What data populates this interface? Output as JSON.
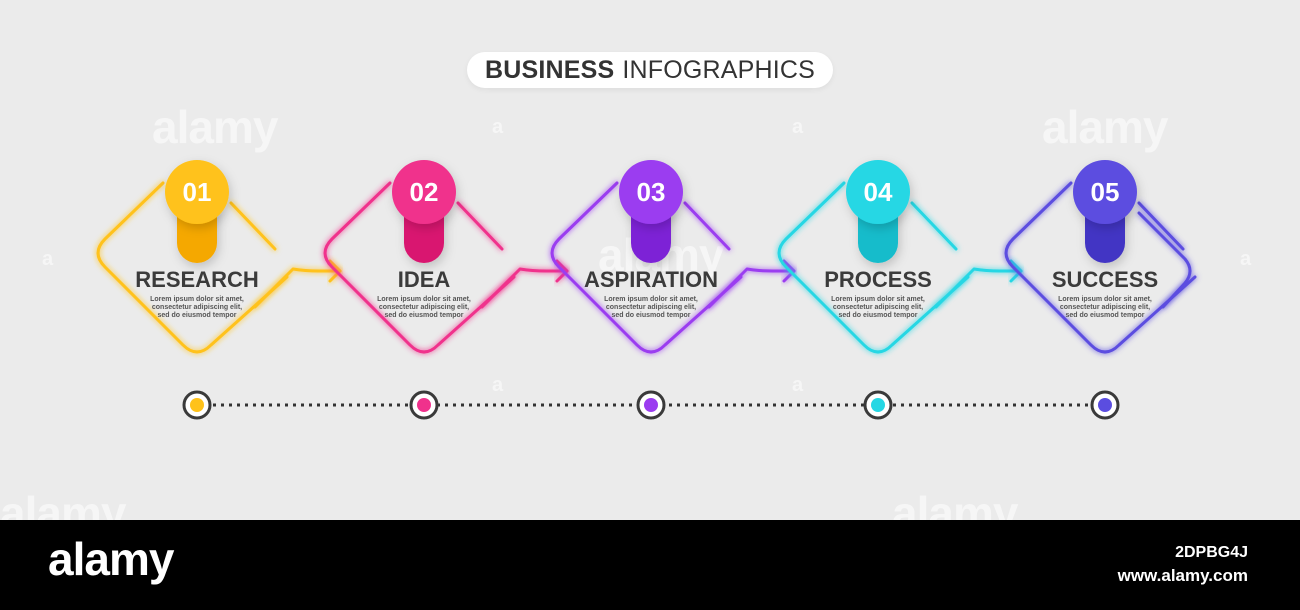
{
  "title": {
    "bold": "BUSINESS",
    "light": "INFOGRAPHICS"
  },
  "steps": [
    {
      "number": "01",
      "label": "RESEARCH",
      "desc_lines": [
        "Lorem ipsum dolor sit amet,",
        "consectetur adipiscing elit,",
        "sed do eiusmod tempor"
      ],
      "color": "#ffc21a",
      "color_dark": "#f5a800"
    },
    {
      "number": "02",
      "label": "IDEA",
      "desc_lines": [
        "Lorem ipsum dolor sit amet,",
        "consectetur adipiscing elit,",
        "sed do eiusmod tempor"
      ],
      "color": "#f0318c",
      "color_dark": "#d9186f"
    },
    {
      "number": "03",
      "label": "ASPIRATION",
      "desc_lines": [
        "Lorem ipsum dolor sit amet,",
        "consectetur adipiscing elit,",
        "sed do eiusmod tempor"
      ],
      "color": "#9b3cf0",
      "color_dark": "#7d22d6"
    },
    {
      "number": "04",
      "label": "PROCESS",
      "desc_lines": [
        "Lorem ipsum dolor sit amet,",
        "consectetur adipiscing elit,",
        "sed do eiusmod tempor"
      ],
      "color": "#25d7e4",
      "color_dark": "#12bccb"
    },
    {
      "number": "05",
      "label": "SUCCESS",
      "desc_lines": [
        "Lorem ipsum dolor sit amet,",
        "consectetur adipiscing elit,",
        "sed do eiusmod tempor"
      ],
      "color": "#5b4de0",
      "color_dark": "#4235c4"
    }
  ],
  "timeline": {
    "line_color": "#333333",
    "ring_color": "#3a3a3a"
  },
  "watermark": {
    "word": "alamy",
    "letter": "a"
  },
  "footer": {
    "logo": "alamy",
    "image_id": "2DPBG4J",
    "url": "www.alamy.com"
  }
}
